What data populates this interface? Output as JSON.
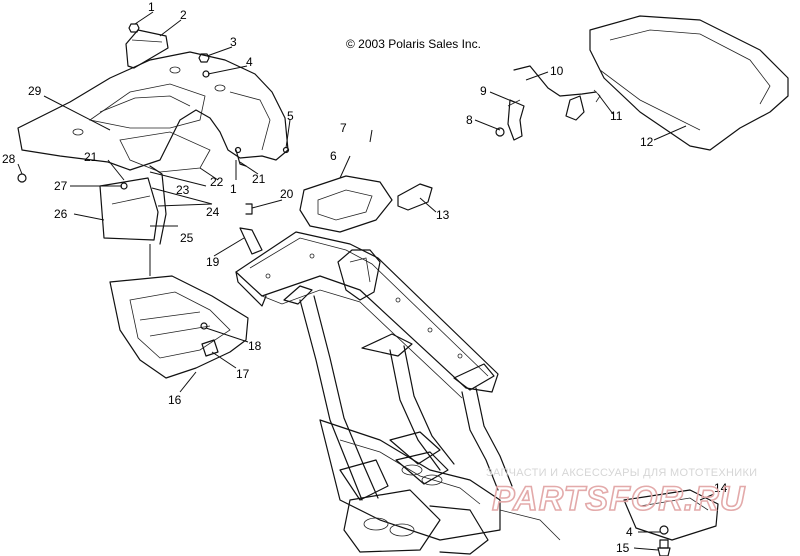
{
  "copyright": "© 2003 Polaris Sales Inc.",
  "watermark": {
    "tagline": "ЗАПЧАСТИ И АКСЕССУАРЫ ДЛЯ МОТОТЕХНИКИ",
    "logo": "PARTSFOR.RU"
  },
  "callouts": [
    "1",
    "2",
    "3",
    "4",
    "5",
    "6",
    "7",
    "8",
    "9",
    "10",
    "11",
    "12",
    "13",
    "14",
    "15",
    "16",
    "17",
    "18",
    "19",
    "20",
    "21",
    "21",
    "22",
    "23",
    "24",
    "25",
    "26",
    "27",
    "28",
    "29",
    "1",
    "4"
  ]
}
